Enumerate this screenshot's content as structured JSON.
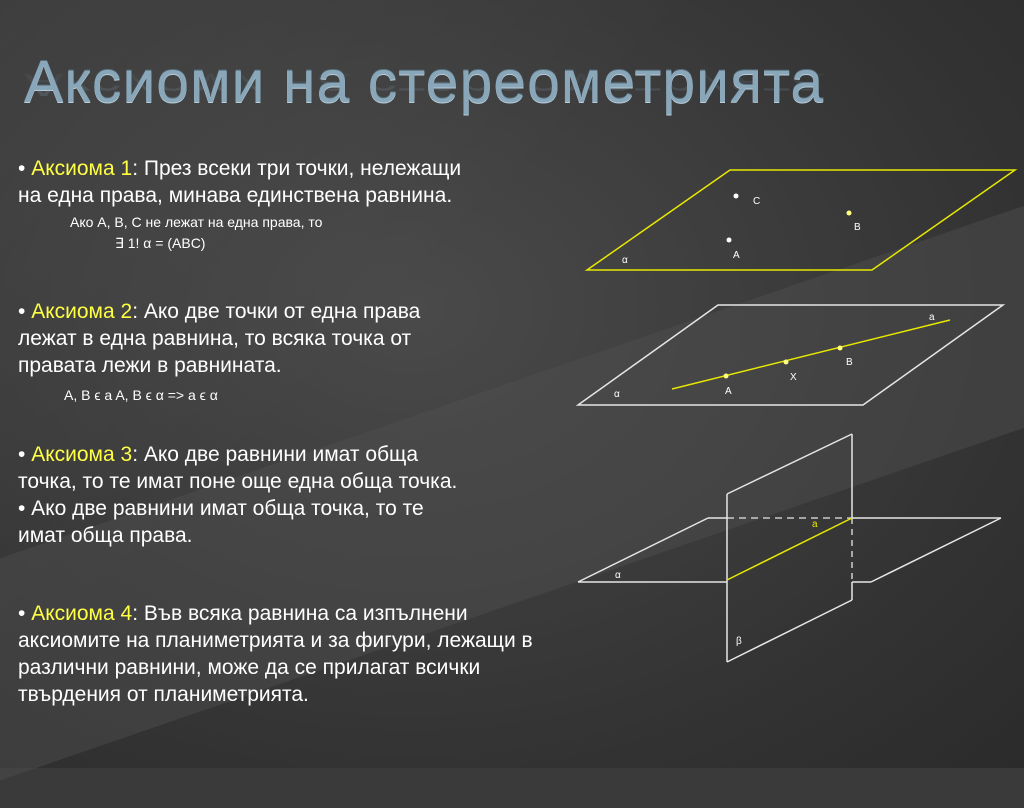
{
  "title": "Аксиоми на стереометрията",
  "axiom1": {
    "bullet": "•",
    "name": "Аксиома 1",
    "text_line1": ": През всеки три точки, нележащи",
    "text_line2": "на една права, минава единствена равнина.",
    "condition": "Ако  A, B, C не лежат на една права, то",
    "formula": "∃ 1! α = (ABC)"
  },
  "axiom2": {
    "bullet": "•",
    "name": "Аксиома 2",
    "text_line1": ": Ако две точки от една права",
    "text_line2": "лежат в една равнина, то всяка точка от",
    "text_line3": "правата лежи в равнината.",
    "formula": "A, B ϵ a  A, B ϵ α  =>  a ϵ α"
  },
  "axiom3": {
    "bullet": "•",
    "name": "Аксиома 3",
    "text_line1": ": Ако две равнини имат обща",
    "text_line2": "точка, то те имат поне още една обща точка.",
    "extra_line1": "• Ако две равнини имат обща точка, то те",
    "extra_line2": "имат обща права."
  },
  "axiom4": {
    "bullet": "•",
    "name": "Аксиома 4",
    "text_line1": ": Във всяка равнина са изпълнени",
    "text_line2": "аксиомите на планиметрията и за фигури, лежащи в",
    "text_line3": "различни равнини, може да се прилагат всички",
    "text_line4": "твърдения от планиметрията."
  },
  "diagram1": {
    "plane": "α",
    "point_a": "A",
    "point_b": "B",
    "point_c": "C"
  },
  "diagram2": {
    "plane": "α",
    "line": "a",
    "point_a": "A",
    "point_b": "B",
    "point_x": "X"
  },
  "diagram3": {
    "plane1": "α",
    "plane2": "β",
    "line": "a"
  },
  "colors": {
    "accent": "#ffff44",
    "title": "#8aa7ba",
    "plane_yellow": "#e8e800",
    "plane_white": "#e6e6e6"
  }
}
